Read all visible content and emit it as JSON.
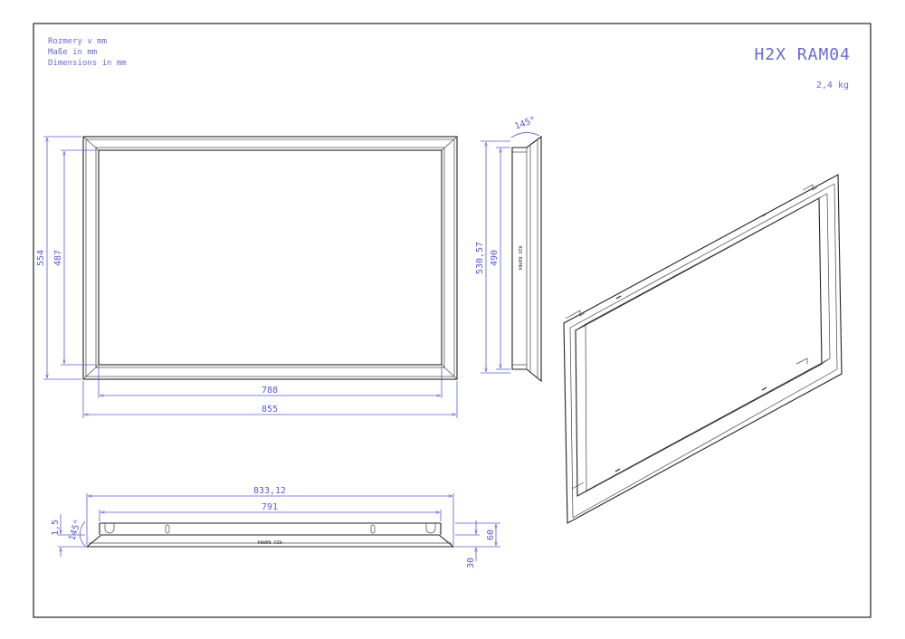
{
  "notes": {
    "line1": "Rozmery v mm",
    "line2": "Maße in mm",
    "line3": "Dimensions in mm"
  },
  "title": {
    "code": "H2X RAM04",
    "weight": "2,4 kg"
  },
  "front_view": {
    "height_outer": "554",
    "height_inner": "487",
    "width_inner": "788",
    "width_outer": "855"
  },
  "side_view": {
    "height_outer": "530,57",
    "height_inner": "490",
    "angle": "145°",
    "stamp": "H2X RAM04"
  },
  "bottom_view": {
    "width_outer": "833,12",
    "width_inner": "791",
    "thickness": "1,5",
    "angle": "145°",
    "depth": "60",
    "flange": "30",
    "stamp": "H2X RAM04"
  }
}
